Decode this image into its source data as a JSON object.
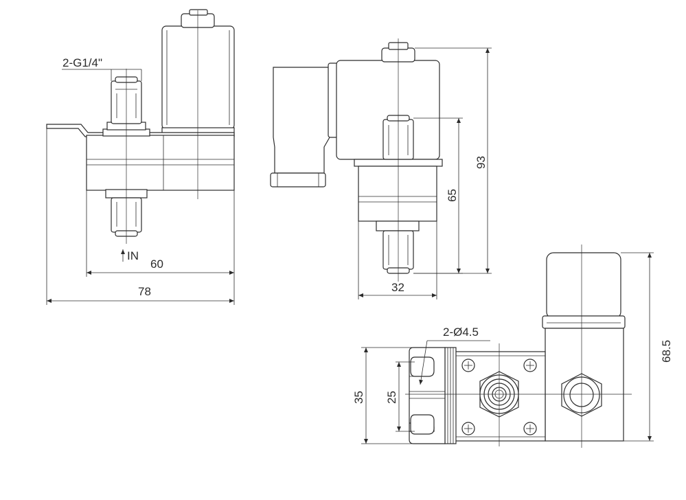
{
  "labels": {
    "thread_spec": "2-G1/4\"",
    "inlet": "IN",
    "dim_60": "60",
    "dim_78": "78",
    "dim_32": "32",
    "dim_65": "65",
    "dim_93": "93",
    "hole_spec": "2-Ø4.5",
    "dim_35": "35",
    "dim_25": "25",
    "dim_68_5": "68.5"
  },
  "icons": {
    "inlet_arrow": "up-arrow-icon"
  }
}
